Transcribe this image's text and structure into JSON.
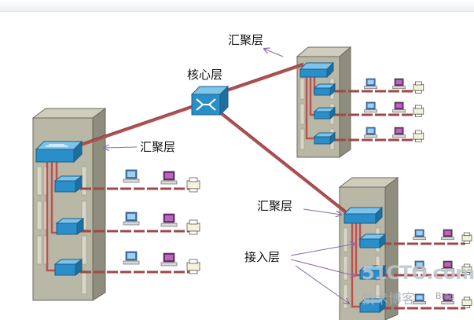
{
  "labels": {
    "core": "核心层",
    "aggregation": "汇聚层",
    "access": "接入层"
  },
  "watermark": {
    "brand": "51CTO.com",
    "sub": "技术博客",
    "blog": "Blog"
  },
  "colors": {
    "link": "#b05050",
    "switch": "#2a8ec8",
    "rack": "#b9b7a5",
    "pc_blue": "#3a7cc4",
    "pc_purple": "#7a2a7e",
    "arrow": "#8a6aa8"
  }
}
